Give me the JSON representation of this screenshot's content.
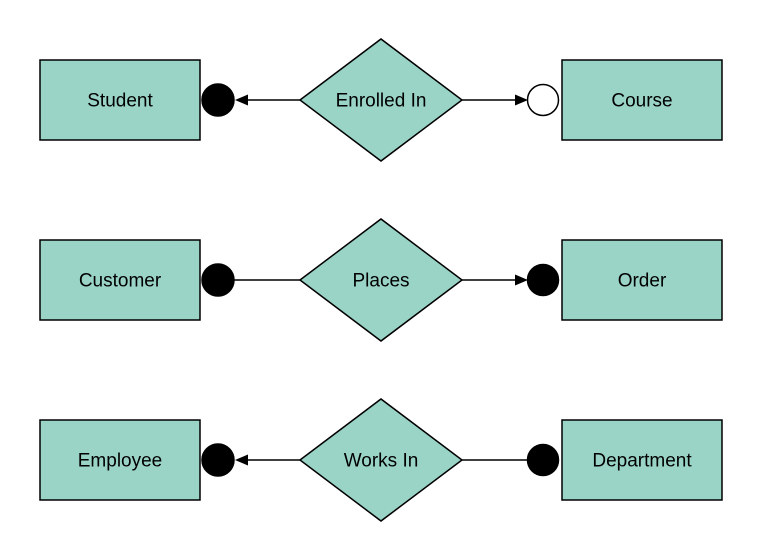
{
  "diagram": {
    "type": "entity-relationship-diagram",
    "colors": {
      "shape_fill": "#9ad4c7",
      "shape_stroke": "#000000",
      "connector": "#000000",
      "text": "#000000",
      "background": "#ffffff"
    },
    "rows": [
      {
        "left_entity": "Student",
        "relationship": "Enrolled In",
        "right_entity": "Course",
        "left_connector": {
          "circle": "filled",
          "circle_fill": "#000000",
          "arrowhead": "points-to-left-entity"
        },
        "right_connector": {
          "circle": "open",
          "circle_fill": "#ffffff",
          "arrowhead": "points-to-right-entity"
        }
      },
      {
        "left_entity": "Customer",
        "relationship": "Places",
        "right_entity": "Order",
        "left_connector": {
          "circle": "filled",
          "circle_fill": "#000000",
          "arrowhead": "none"
        },
        "right_connector": {
          "circle": "filled",
          "circle_fill": "#000000",
          "arrowhead": "points-to-right-entity"
        }
      },
      {
        "left_entity": "Employee",
        "relationship": "Works In",
        "right_entity": "Department",
        "left_connector": {
          "circle": "filled",
          "circle_fill": "#000000",
          "arrowhead": "points-to-left-entity"
        },
        "right_connector": {
          "circle": "filled",
          "circle_fill": "#000000",
          "arrowhead": "none"
        }
      }
    ]
  }
}
